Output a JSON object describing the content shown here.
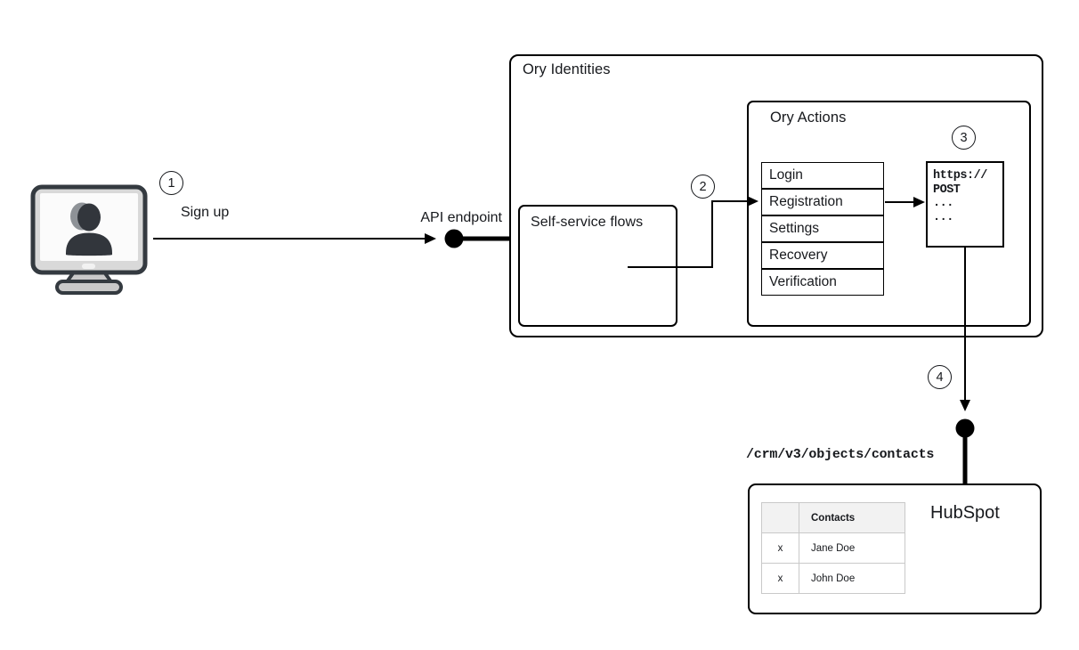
{
  "steps": {
    "s1": "1",
    "s2": "2",
    "s3": "3",
    "s4": "4"
  },
  "labels": {
    "sign_up": "Sign up",
    "api_endpoint": "API endpoint",
    "crm_path": "/crm/v3/objects/contacts"
  },
  "ory_identities": {
    "title": "Ory Identities"
  },
  "self_service": {
    "title": "Self-service flows"
  },
  "ory_actions": {
    "title": "Ory Actions",
    "flows": [
      "Login",
      "Registration",
      "Settings",
      "Recovery",
      "Verification"
    ],
    "webhook": {
      "lines": [
        "https://",
        "POST",
        "...",
        "..."
      ]
    }
  },
  "hubspot": {
    "title": "HubSpot",
    "table": {
      "header": "Contacts",
      "rows": [
        {
          "mark": "x",
          "name": "Jane Doe"
        },
        {
          "mark": "x",
          "name": "John Doe"
        }
      ]
    }
  },
  "colors": {
    "line": "#000000",
    "icon_outline": "#343a40",
    "icon_fill": "#d9d9d9",
    "table_header_bg": "#f2f2f2"
  }
}
